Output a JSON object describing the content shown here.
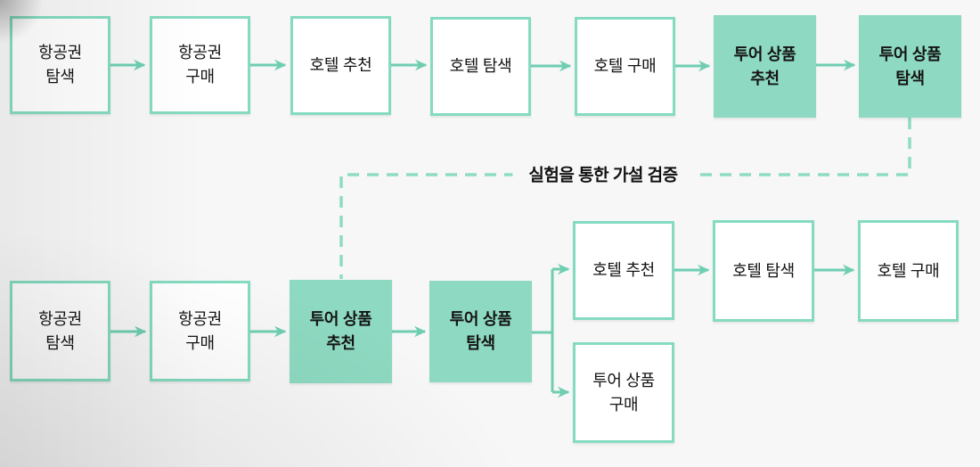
{
  "annotation": {
    "label": "실험을 통한 가설 검증"
  },
  "colors": {
    "background": "#f6f7f6",
    "box_border": "#85dbc1",
    "highlight_fill": "#8ed9c1",
    "arrow": "#6fceb1",
    "dashed_line": "#8edcc4",
    "text": "#141414"
  },
  "flows": {
    "top": {
      "steps": [
        {
          "label": "항공권\n탐색",
          "highlighted": false
        },
        {
          "label": "항공권\n구매",
          "highlighted": false
        },
        {
          "label": "호텔 추천",
          "highlighted": false
        },
        {
          "label": "호텔 탐색",
          "highlighted": false
        },
        {
          "label": "호텔 구매",
          "highlighted": false
        },
        {
          "label": "투어 상품\n추천",
          "highlighted": true
        },
        {
          "label": "투어 상품\n탐색",
          "highlighted": true
        }
      ]
    },
    "bottom": {
      "main_steps": [
        {
          "label": "항공권\n탐색",
          "highlighted": false
        },
        {
          "label": "항공권\n구매",
          "highlighted": false
        },
        {
          "label": "투어 상품\n추천",
          "highlighted": true
        },
        {
          "label": "투어 상품\n탐색",
          "highlighted": true
        }
      ],
      "hotel_branch": [
        {
          "label": "호텔 추천",
          "highlighted": false
        },
        {
          "label": "호텔 탐색",
          "highlighted": false
        },
        {
          "label": "호텔 구매",
          "highlighted": false
        }
      ],
      "tour_branch": [
        {
          "label": "투어 상품\n구매",
          "highlighted": false
        }
      ]
    }
  }
}
